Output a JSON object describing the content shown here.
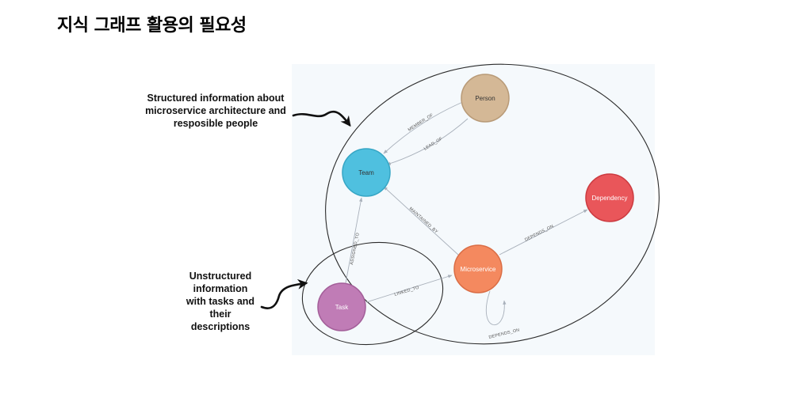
{
  "title": "지식 그래프 활용의 필요성",
  "annotations": {
    "structured": [
      "Structured information about",
      "microservice architecture and",
      "resposible people"
    ],
    "unstructured": [
      "Unstructured",
      "information",
      "with tasks and",
      "their",
      "descriptions"
    ]
  },
  "nodes": {
    "person": "Person",
    "team": "Team",
    "dependency": "Dependency",
    "microservice": "Microservice",
    "task": "Task"
  },
  "edges": {
    "member_of": "MEMBER_OF",
    "lead_of": "LEAD_OF",
    "maintained_by": "MAINTAINED_BY",
    "assigned_to": "ASSIGNED_TO",
    "linked_to": "LINKED_TO",
    "depends_on": "DEPENDS_ON",
    "depends_on_self": "DEPENDS_ON"
  },
  "colors": {
    "person": "#d4b896",
    "team": "#4fc0df",
    "dependency": "#e9565a",
    "microservice": "#f4895f",
    "task": "#c07cb6",
    "panel": "#f5f9fc"
  }
}
